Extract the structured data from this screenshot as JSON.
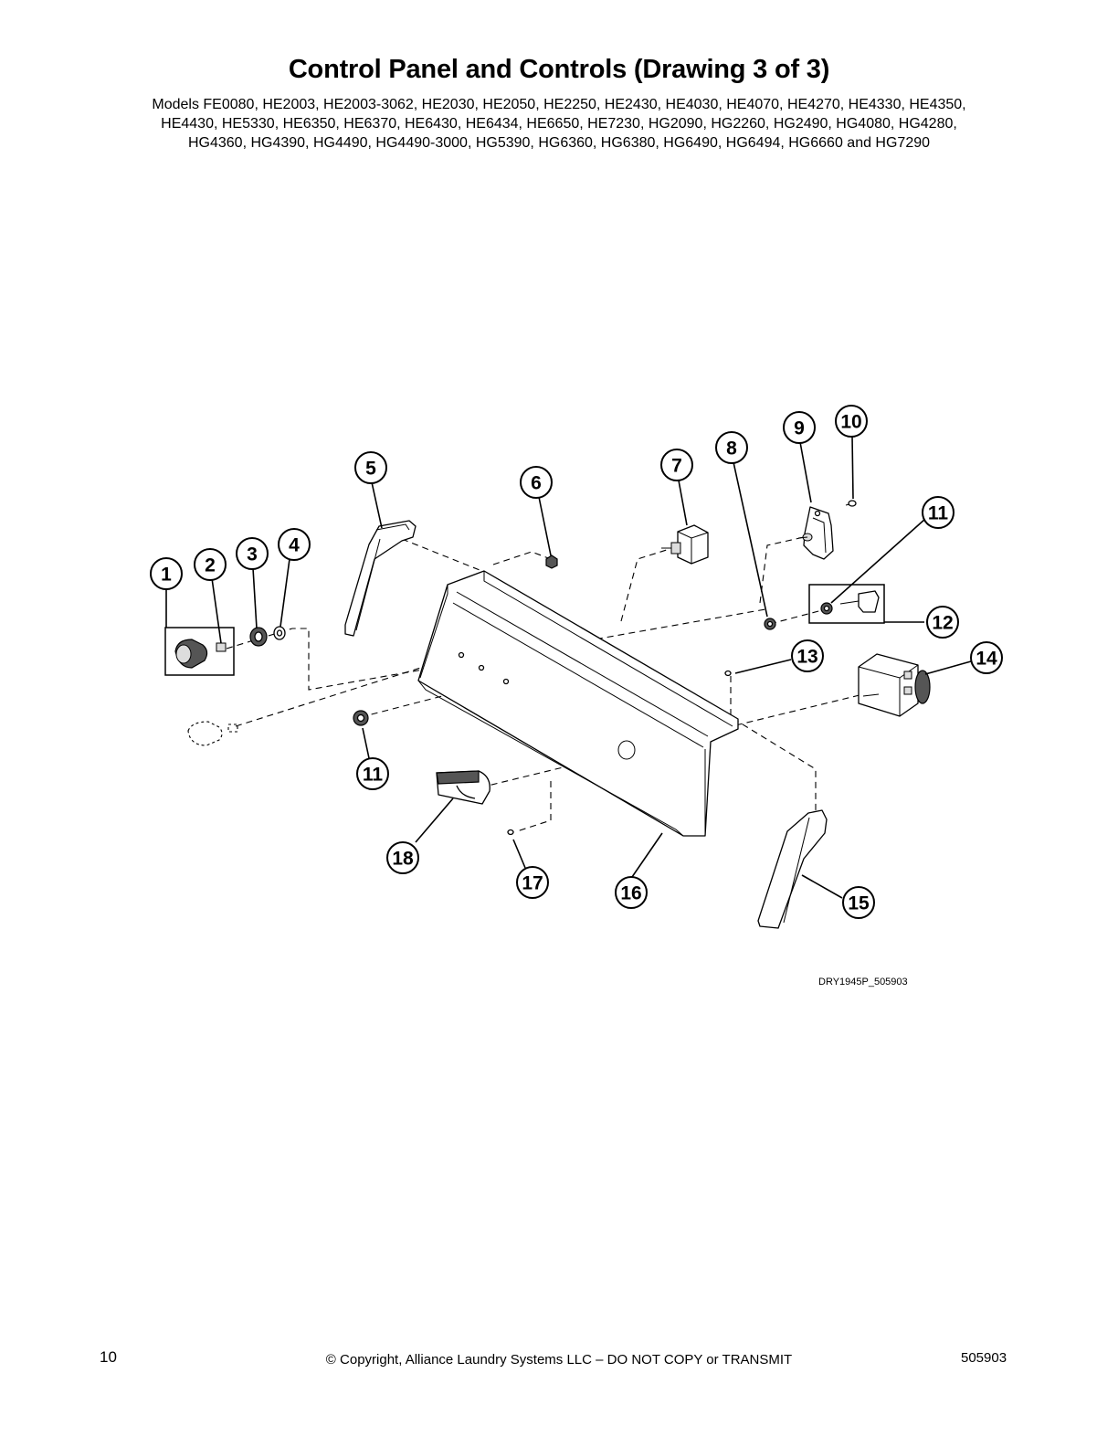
{
  "header": {
    "title": "Control Panel and Controls (Drawing 3 of 3)",
    "models_lines": [
      "Models FE0080, HE2003, HE2003-3062, HE2030, HE2050, HE2250, HE2430, HE4030, HE4070, HE4270, HE4330, HE4350,",
      "HE4430, HE5330, HE6350, HE6370, HE6430, HE6434, HE6650, HE7230, HG2090, HG2260, HG2490, HG4080, HG4280,",
      "HG4360, HG4390, HG4490, HG4490-3000, HG5390, HG6360, HG6380, HG6490, HG6494, HG6660 and HG7290"
    ]
  },
  "diagram": {
    "drawing_ref": "DRY1945P_505903",
    "callouts": [
      "1",
      "2",
      "3",
      "4",
      "5",
      "6",
      "7",
      "8",
      "9",
      "10",
      "11",
      "12",
      "13",
      "14",
      "15",
      "16",
      "17",
      "18",
      "11"
    ]
  },
  "footer": {
    "page_number": "10",
    "copyright": "© Copyright, Alliance Laundry Systems LLC – DO NOT COPY or TRANSMIT",
    "doc_number": "505903"
  }
}
